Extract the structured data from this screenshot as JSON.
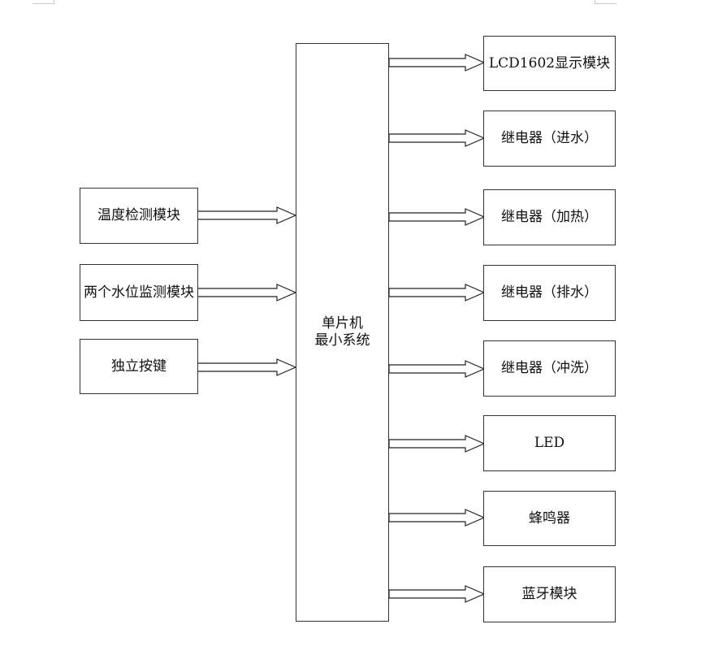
{
  "diagram": {
    "center": {
      "line1": "单片机",
      "line2": "最小系统"
    },
    "inputs": [
      {
        "label": "温度检测模块"
      },
      {
        "label": "两个水位监测模块"
      },
      {
        "label": "独立按键"
      }
    ],
    "outputs": [
      {
        "label": "LCD1602显示模块"
      },
      {
        "label": "继电器（进水）"
      },
      {
        "label": "继电器（加热）"
      },
      {
        "label": "继电器（排水）"
      },
      {
        "label": "继电器（冲洗）"
      },
      {
        "label": "LED"
      },
      {
        "label": "蜂鸣器"
      },
      {
        "label": "蓝牙模块"
      }
    ]
  }
}
